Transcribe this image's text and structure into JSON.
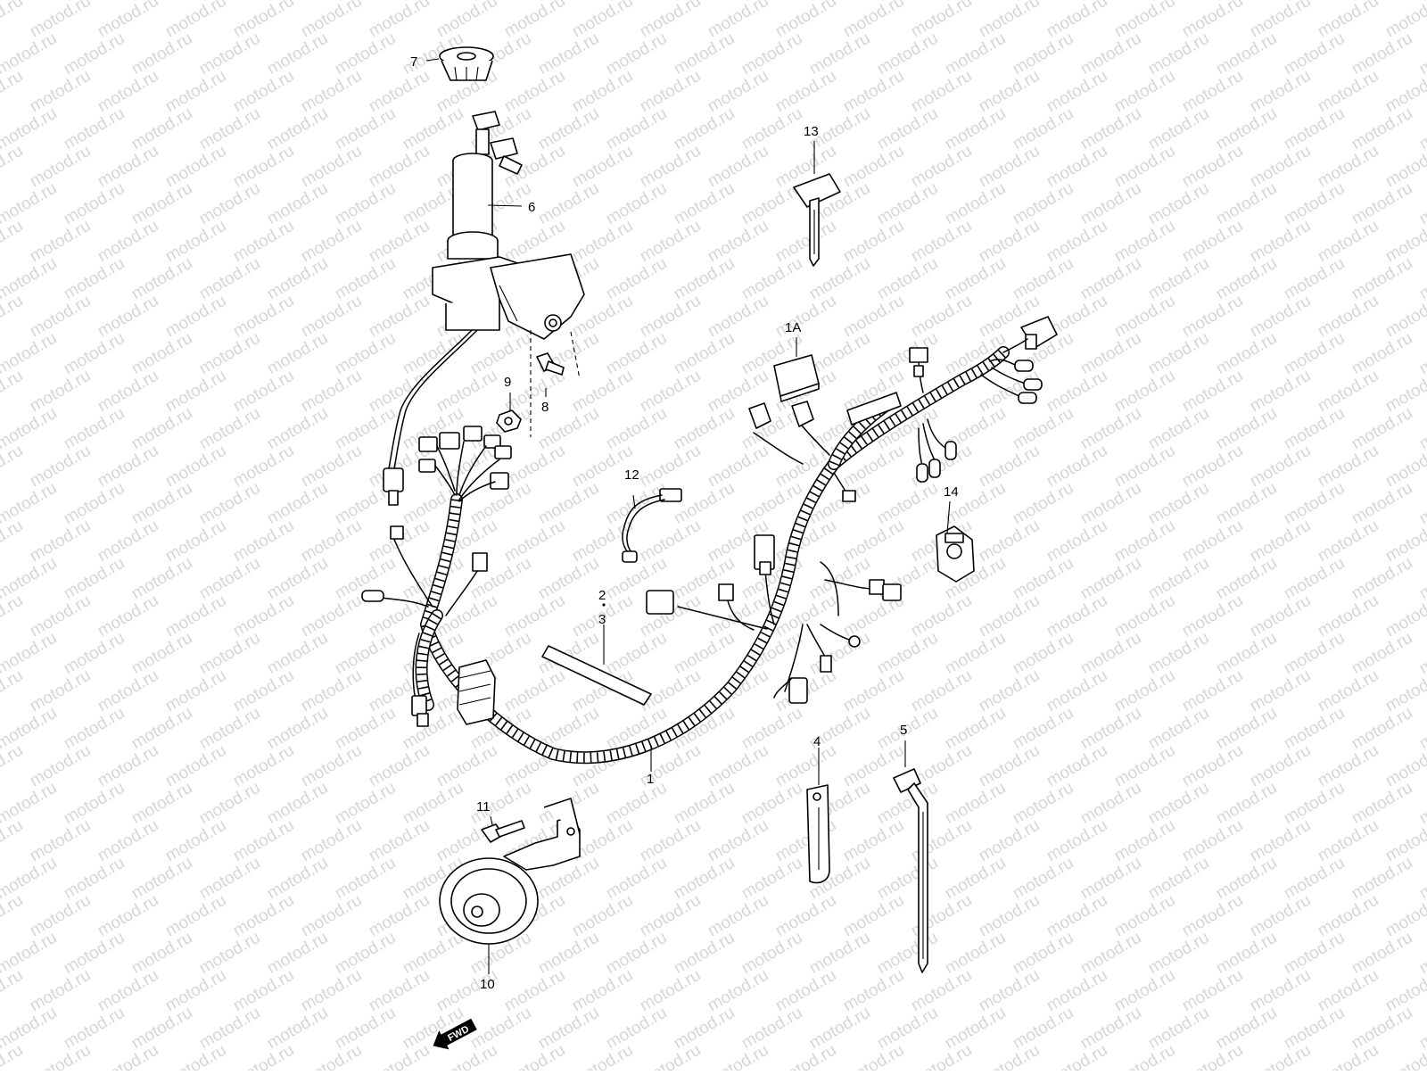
{
  "watermark": {
    "text": "motod.ru"
  },
  "callouts": {
    "harness": "1",
    "subharness": "1A",
    "item2": "2",
    "item3": "3",
    "clamp": "4",
    "band": "5",
    "ignition": "6",
    "cap": "7",
    "bolt": "8",
    "nut": "9",
    "horn": "10",
    "hornbolt": "11",
    "lead": "12",
    "key": "13",
    "relay": "14"
  },
  "fwd_label": "FWD"
}
